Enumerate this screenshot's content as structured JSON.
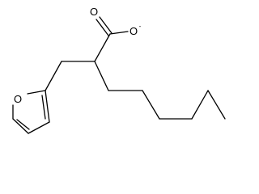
{
  "molecule": {
    "atoms": {
      "carbonyl_oxygen": "O",
      "anionic_oxygen": "O",
      "anionic_oxygen_charge": "-",
      "ring_oxygen": "O"
    }
  }
}
